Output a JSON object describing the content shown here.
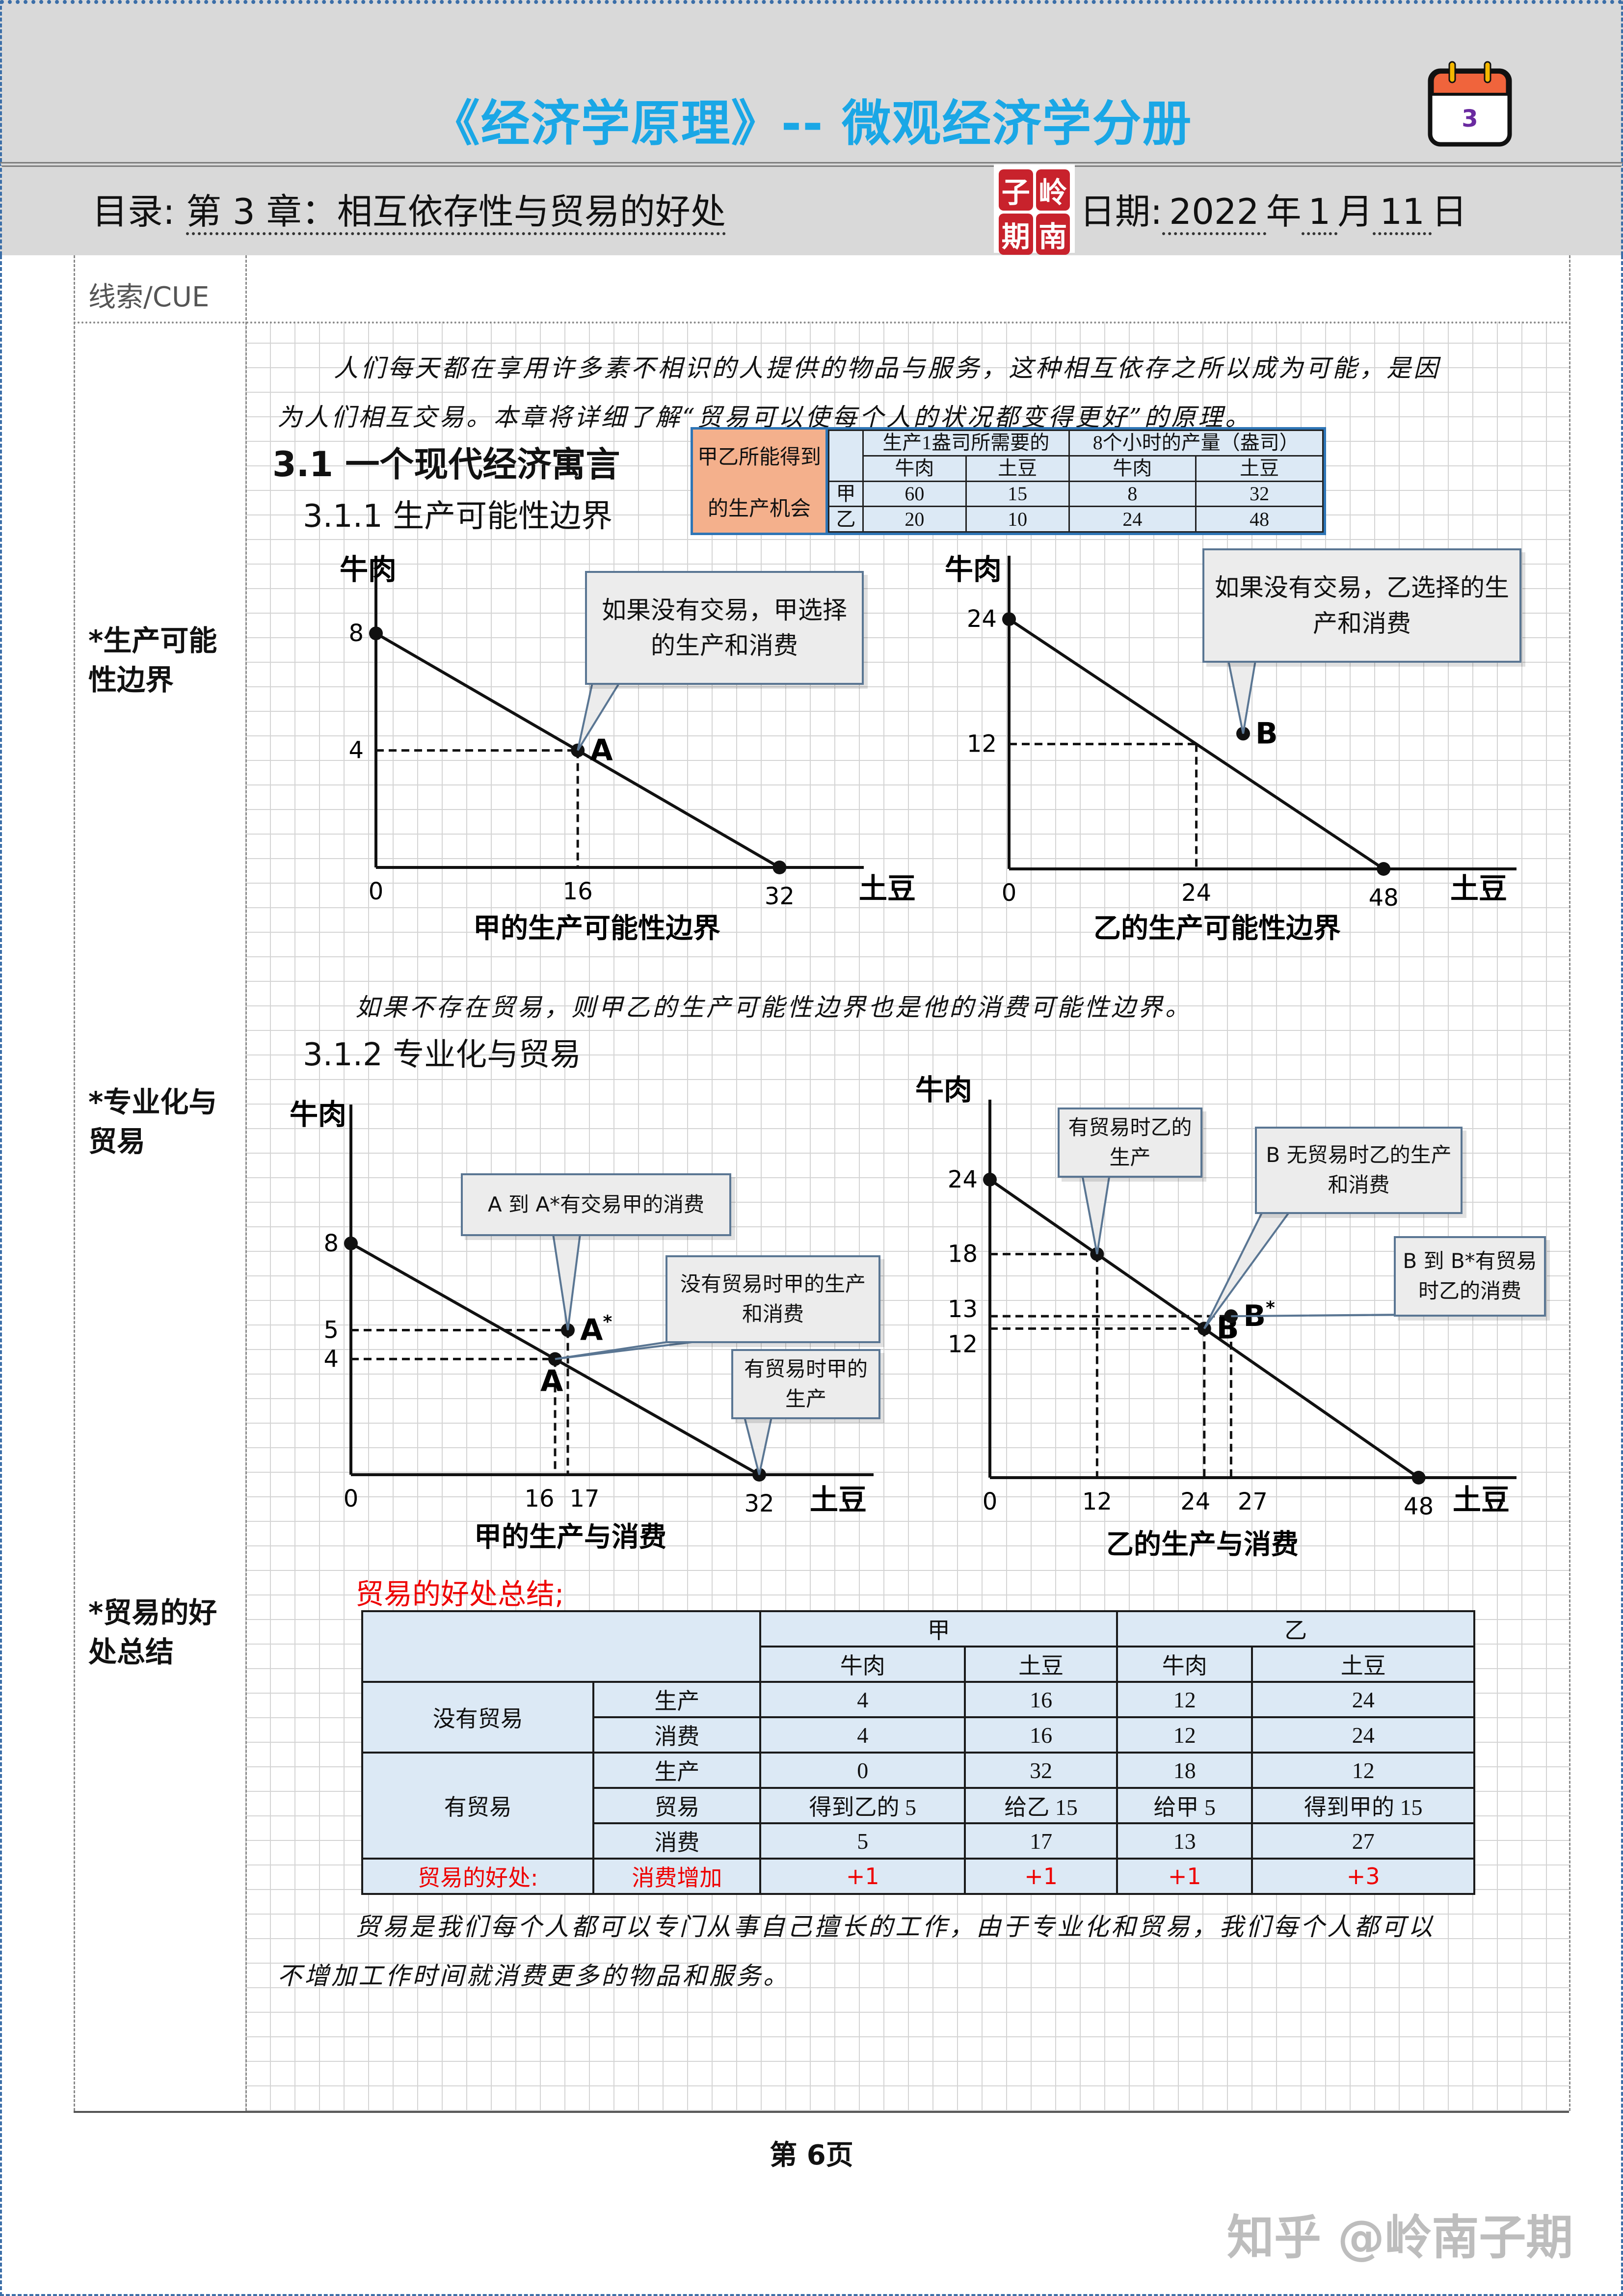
{
  "header": {
    "title": "《经济学原理》-- 微观经济学分册",
    "calendar_number": "3",
    "toc_label": "目录:",
    "toc_value": "第 3 章：相互依存性与贸易的好处",
    "stamp_chars": [
      "子",
      "岭",
      "期",
      "南"
    ],
    "date_label": "日期:",
    "year": "2022",
    "year_unit": "年",
    "month": "1",
    "month_unit": "月",
    "day": "11",
    "day_unit": "日"
  },
  "cue_label": "线索/CUE",
  "side_notes": [
    "*生产可能性边界",
    "*专业化与贸易",
    "*贸易的好处总结"
  ],
  "intro": [
    "人们每天都在享用许多素不相识的人提供的物品与服务，这种相互依存之所以成为可能，是因",
    "为人们相互交易。本章将详细了解“贸易可以使每个人的状况都变得更好”的原理。"
  ],
  "section_3_1": "3.1 一个现代经济寓言",
  "section_3_1_1": "3.1.1 生产可能性边界",
  "section_3_1_2": "3.1.2 专业化与贸易",
  "opportunity_table": {
    "label_lines": [
      "甲乙所能得到",
      "的生产机会"
    ],
    "group_headers": [
      "生产1盎司所需要的",
      "8个小时的产量（盎司）"
    ],
    "sub_headers": [
      "牛肉",
      "土豆",
      "牛肉",
      "土豆"
    ],
    "rows": [
      {
        "name": "甲",
        "values": [
          "60",
          "15",
          "8",
          "32"
        ]
      },
      {
        "name": "乙",
        "values": [
          "20",
          "10",
          "24",
          "48"
        ]
      }
    ]
  },
  "no_trade_note": "如果不存在贸易，则甲乙的生产可能性边界也是他的消费可能性边界。",
  "chart_data": [
    {
      "type": "line",
      "title": "甲的生产可能性边界",
      "xlabel": "土豆",
      "ylabel": "牛肉",
      "frontier": [
        [
          0,
          8
        ],
        [
          32,
          0
        ]
      ],
      "xticks": [
        "0",
        "16",
        "32"
      ],
      "yticks": [
        "8",
        "4"
      ],
      "points": [
        {
          "x": 0,
          "y": 8,
          "label": ""
        },
        {
          "x": 16,
          "y": 4,
          "label": "A"
        },
        {
          "x": 32,
          "y": 0,
          "label": ""
        }
      ],
      "guides": [
        [
          16,
          4
        ]
      ],
      "callouts": [
        {
          "text": "如果没有交易，甲选择的生产和消费",
          "target": [
            16,
            4
          ]
        }
      ]
    },
    {
      "type": "line",
      "title": "乙的生产可能性边界",
      "xlabel": "土豆",
      "ylabel": "牛肉",
      "frontier": [
        [
          0,
          24
        ],
        [
          48,
          0
        ]
      ],
      "xticks": [
        "0",
        "24",
        "48"
      ],
      "yticks": [
        "24",
        "12"
      ],
      "points": [
        {
          "x": 0,
          "y": 24,
          "label": ""
        },
        {
          "x": 30,
          "y": 13,
          "label": "B"
        },
        {
          "x": 48,
          "y": 0,
          "label": ""
        }
      ],
      "guides": [
        [
          24,
          12
        ]
      ],
      "callouts": [
        {
          "text": "如果没有交易，乙选择的生产和消费",
          "target": [
            30,
            13
          ]
        }
      ]
    },
    {
      "type": "line",
      "title": "甲的生产与消费",
      "xlabel": "土豆",
      "ylabel": "牛肉",
      "frontier": [
        [
          0,
          8
        ],
        [
          32,
          0
        ]
      ],
      "xticks": [
        "0",
        "16",
        "17",
        "32"
      ],
      "yticks": [
        "8",
        "5",
        "4"
      ],
      "points": [
        {
          "x": 0,
          "y": 8,
          "label": ""
        },
        {
          "x": 16,
          "y": 4,
          "label": "A"
        },
        {
          "x": 17,
          "y": 5,
          "label": "A*"
        },
        {
          "x": 32,
          "y": 0,
          "label": ""
        }
      ],
      "guides": [
        [
          16,
          4
        ],
        [
          17,
          5
        ]
      ],
      "callouts": [
        {
          "text": "A 到 A*有交易甲的消费",
          "target": [
            17,
            5
          ]
        },
        {
          "text": "没有贸易时甲的生产和消费",
          "target": [
            16,
            4
          ]
        },
        {
          "text": "有贸易时甲的生产",
          "target": [
            32,
            0
          ]
        }
      ]
    },
    {
      "type": "line",
      "title": "乙的生产与消费",
      "xlabel": "土豆",
      "ylabel": "牛肉",
      "frontier": [
        [
          0,
          24
        ],
        [
          48,
          0
        ]
      ],
      "xticks": [
        "0",
        "12",
        "24",
        "27",
        "48"
      ],
      "yticks": [
        "24",
        "18",
        "13",
        "12"
      ],
      "points": [
        {
          "x": 0,
          "y": 24,
          "label": ""
        },
        {
          "x": 12,
          "y": 18,
          "label": ""
        },
        {
          "x": 24,
          "y": 12,
          "label": "B"
        },
        {
          "x": 27,
          "y": 13,
          "label": "B*"
        },
        {
          "x": 48,
          "y": 0,
          "label": ""
        }
      ],
      "guides": [
        [
          12,
          18
        ],
        [
          24,
          12
        ],
        [
          27,
          13
        ]
      ],
      "callouts": [
        {
          "text": "有贸易时乙的生产",
          "target": [
            12,
            18
          ]
        },
        {
          "text": "B 无贸易时乙的生产和消费",
          "target": [
            24,
            12
          ]
        },
        {
          "text": "B 到 B*有贸易时乙的消费",
          "target": [
            27,
            13
          ]
        }
      ]
    }
  ],
  "summary_heading": "贸易的好处总结;",
  "summary_table": {
    "persons": [
      "甲",
      "乙"
    ],
    "goods": [
      "牛肉",
      "土豆",
      "牛肉",
      "土豆"
    ],
    "no_trade": {
      "label": "没有贸易",
      "rows": [
        {
          "name": "生产",
          "values": [
            "4",
            "16",
            "12",
            "24"
          ]
        },
        {
          "name": "消费",
          "values": [
            "4",
            "16",
            "12",
            "24"
          ]
        }
      ]
    },
    "trade": {
      "label": "有贸易",
      "rows": [
        {
          "name": "生产",
          "values": [
            "0",
            "32",
            "18",
            "12"
          ]
        },
        {
          "name": "贸易",
          "values": [
            "得到乙的 5",
            "给乙 15",
            "给甲 5",
            "得到甲的 15"
          ]
        },
        {
          "name": "消费",
          "values": [
            "5",
            "17",
            "13",
            "27"
          ]
        }
      ]
    },
    "gain": {
      "label": "贸易的好处:",
      "name": "消费增加",
      "values": [
        "+1",
        "+1",
        "+1",
        "+3"
      ]
    }
  },
  "conclusion": [
    "贸易是我们每个人都可以专门从事自己擅长的工作，由于专业化和贸易，我们每个人都可以",
    "不增加工作时间就消费更多的物品和服务。"
  ],
  "footer": {
    "page": "第 6页",
    "watermark": "知乎 @岭南子期"
  },
  "colors": {
    "title": "#1aa7e6",
    "red": "#e00000",
    "table_bg": "#dce9f5",
    "label_bg": "#f4b08c",
    "callout_border": "#5a7693"
  }
}
